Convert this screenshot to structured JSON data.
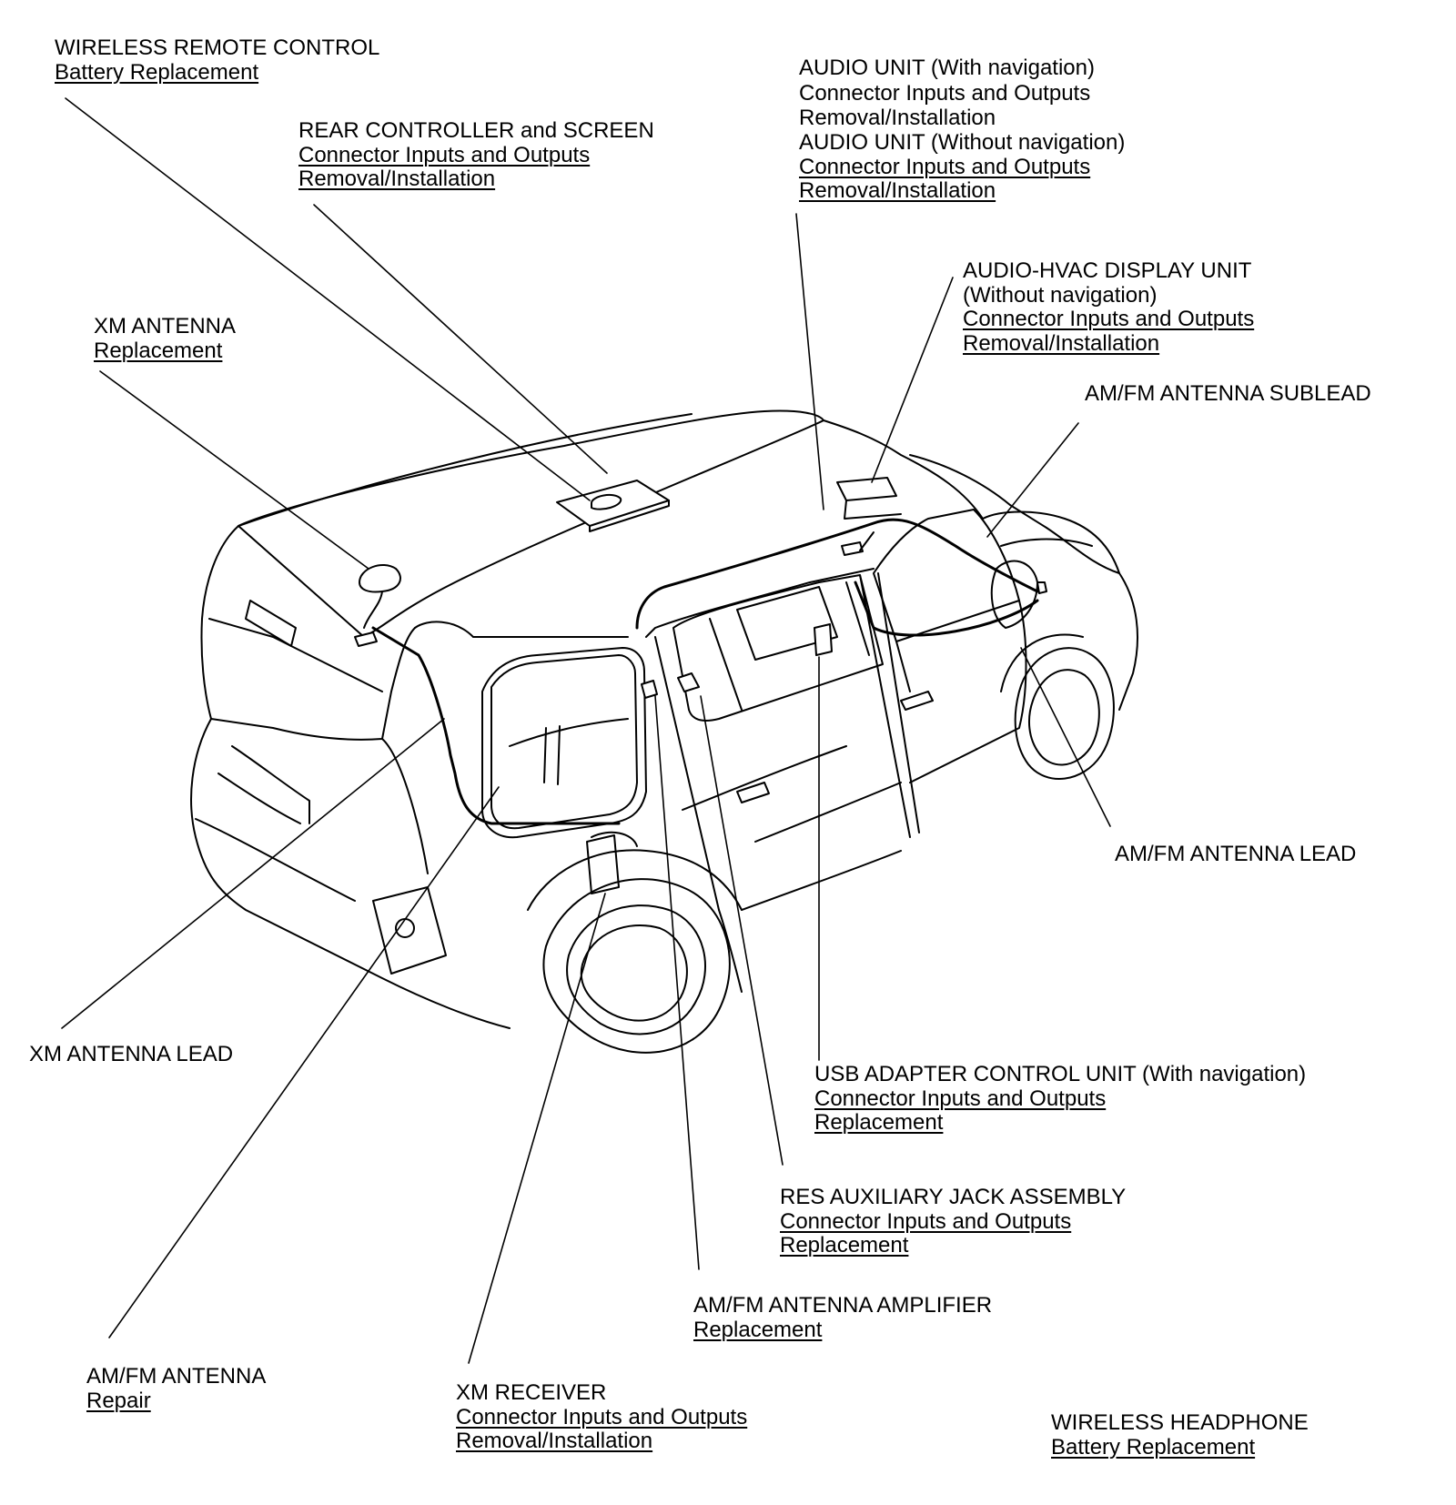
{
  "callouts": {
    "wireless_remote": {
      "title": "WIRELESS REMOTE CONTROL",
      "links": [
        "Battery Replacement"
      ]
    },
    "rear_controller": {
      "title": "REAR CONTROLLER and SCREEN",
      "links": [
        "Connector Inputs and Outputs",
        "Removal/Installation"
      ]
    },
    "audio_unit_nav": {
      "title": "AUDIO UNIT (With navigation)",
      "links": [
        "Connector Inputs and Outputs",
        "Removal/Installation"
      ]
    },
    "audio_unit_no_nav": {
      "title": "AUDIO UNIT (Without navigation)",
      "links": [
        "Connector Inputs and Outputs",
        "Removal/Installation"
      ]
    },
    "xm_antenna": {
      "title": "XM ANTENNA",
      "links": [
        "Replacement"
      ]
    },
    "audio_hvac_display": {
      "title": "AUDIO-HVAC DISPLAY UNIT",
      "subtitle": "(Without navigation)",
      "links": [
        "Connector Inputs and Outputs",
        "Removal/Installation"
      ]
    },
    "amfm_sublead": {
      "title": "AM/FM ANTENNA SUBLEAD"
    },
    "amfm_lead": {
      "title": "AM/FM ANTENNA LEAD"
    },
    "xm_antenna_lead": {
      "title": "XM ANTENNA LEAD"
    },
    "usb_adapter": {
      "title": "USB ADAPTER CONTROL UNIT (With navigation)",
      "links": [
        "Connector Inputs and Outputs",
        "Replacement"
      ]
    },
    "res_aux_jack": {
      "title": "RES AUXILIARY JACK ASSEMBLY",
      "links": [
        "Connector Inputs and Outputs",
        "Replacement"
      ]
    },
    "amfm_amplifier": {
      "title": "AM/FM ANTENNA AMPLIFIER",
      "links": [
        "Replacement"
      ]
    },
    "amfm_antenna": {
      "title": "AM/FM ANTENNA",
      "links": [
        "Repair"
      ]
    },
    "xm_receiver": {
      "title": "XM RECEIVER",
      "links": [
        "Connector Inputs and Outputs",
        "Removal/Installation"
      ]
    },
    "wireless_headphone": {
      "title": "WIRELESS HEADPHONE",
      "links": [
        "Battery Replacement"
      ]
    }
  }
}
